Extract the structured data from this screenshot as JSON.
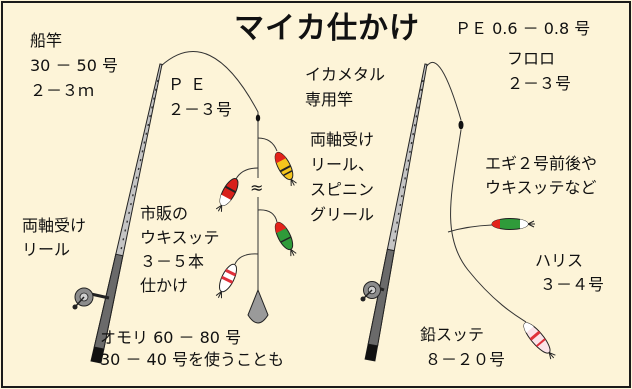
{
  "title": "マイカ仕かけ",
  "left_rig": {
    "rod_label": [
      "船竿",
      "30 － 50 号",
      "２－３ｍ"
    ],
    "line_label": [
      "ＰＥ",
      "２－３号"
    ],
    "reel_label": [
      "両軸受け",
      "リール"
    ],
    "rig_label": [
      "市販の",
      "ウキスッテ",
      "３－５本",
      "仕かけ"
    ],
    "sinker_label": [
      "オモリ 60 － 80 号",
      "30 － 40 号を使うことも"
    ],
    "line_break_mark": "≈"
  },
  "right_rig": {
    "line_label": "ＰＥ 0.6 － 0.8 号",
    "rod_label": [
      "イカメタル",
      "専用竿"
    ],
    "leader_label": [
      "フロロ",
      "２－３号"
    ],
    "reel_label": [
      "両軸受け",
      "リール、",
      "スピニン",
      "グリール"
    ],
    "dropper_label": [
      "エギ２号前後や",
      "ウキスッテなど"
    ],
    "harisu_label": [
      "ハリス",
      "３－４号"
    ],
    "jig_label": [
      "鉛スッテ",
      "８－２０号"
    ]
  },
  "colors": {
    "background": "#fdf4d8",
    "frame": "#1a1a1a",
    "text": "#111111"
  }
}
